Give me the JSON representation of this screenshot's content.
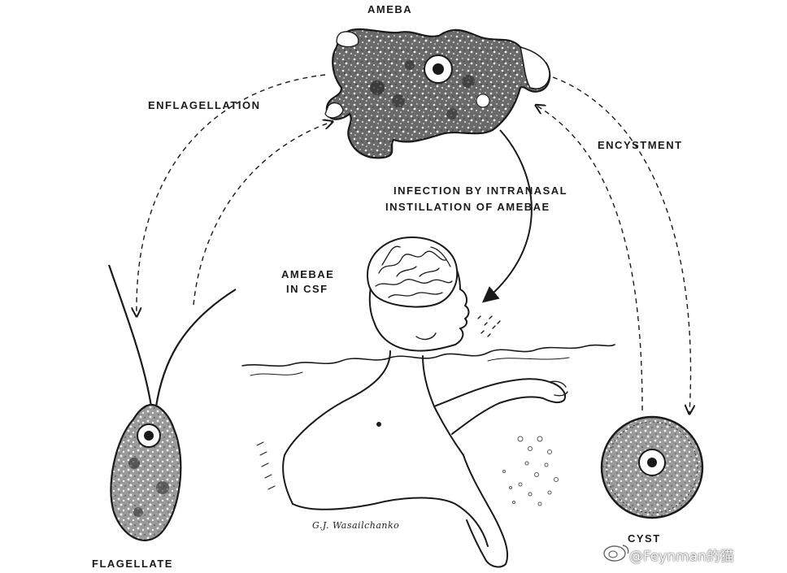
{
  "diagram": {
    "stages": {
      "ameba": "AMEBA",
      "flagellate": "FLAGELLATE",
      "cyst": "CYST"
    },
    "transitions": {
      "enflagellation": "ENFLAGELLATION",
      "encystment": "ENCYSTMENT",
      "infection_line1": "INFECTION  BY  INTRANASAL",
      "infection_line2": "INSTILLATION  OF  AMEBAE"
    },
    "annotations": {
      "csf_line1": "AMEBAE",
      "csf_line2": "IN CSF"
    },
    "artist_signature": "G.J. Wasailchanko"
  },
  "watermark": {
    "text": "@Feynman的猫",
    "icon": "weibo-logo-icon"
  },
  "colors": {
    "ink": "#1a1a1a",
    "background": "#ffffff"
  }
}
